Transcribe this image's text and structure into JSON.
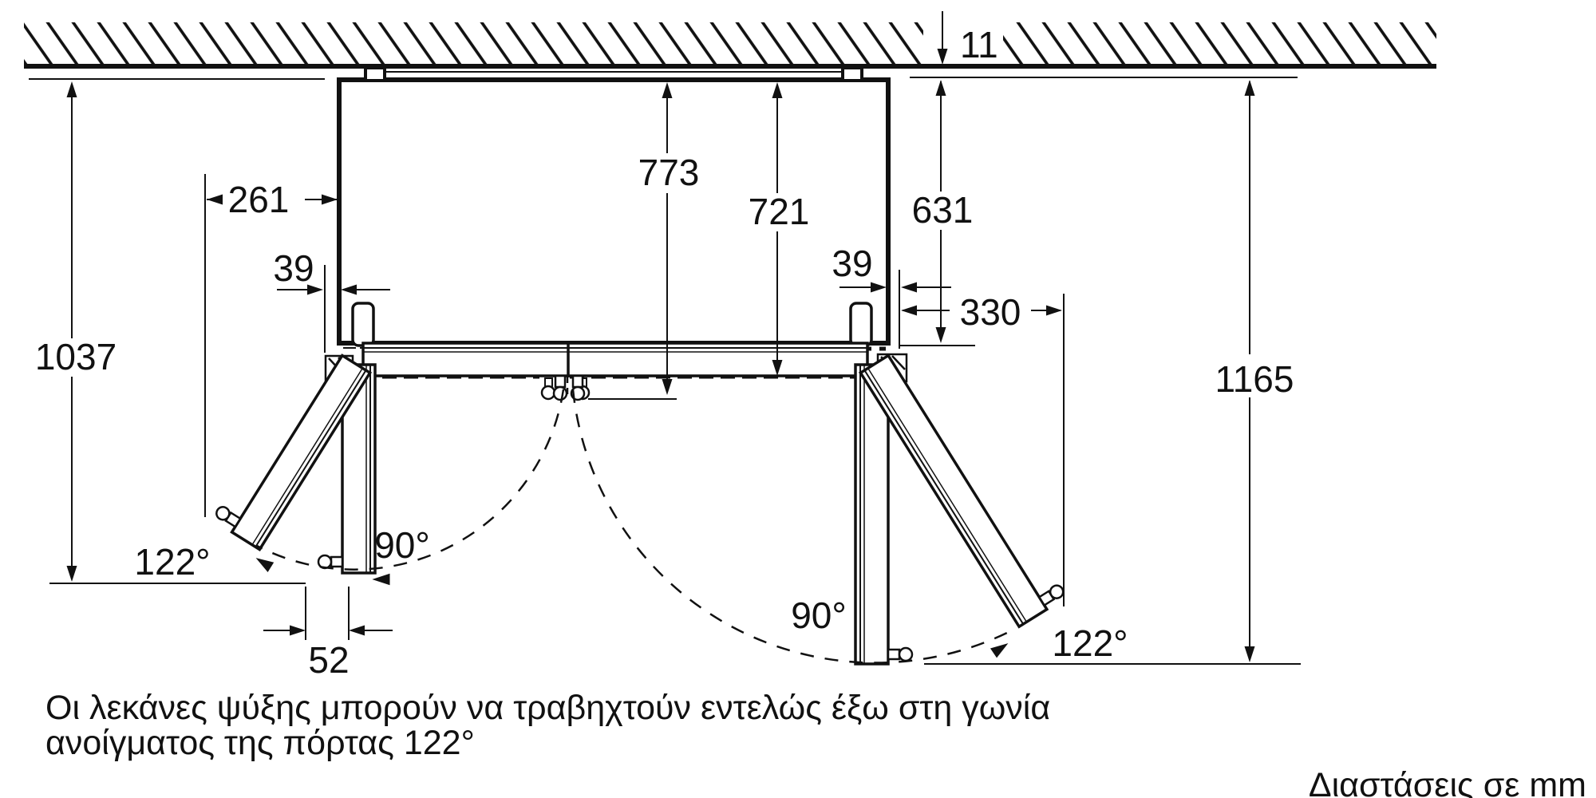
{
  "diagram": {
    "title_semantic": "refrigerator-top-view-installation-dimensions",
    "units_note": "Διαστάσεις σε mm",
    "caption": {
      "line1": "Οι λεκάνες ψύξης μπορούν να τραβηχτούν εντελώς έξω στη γωνία",
      "line2": "ανοίγματος της πόρτας 122°"
    },
    "dims": {
      "wall_gap": "11",
      "left_offset": "261",
      "hinge_clearance": "39",
      "depth_door_open": "773",
      "depth_with_doors": "721",
      "depth_cabinet": "631",
      "side_clearance": "330",
      "swing_left": "1037",
      "swing_right": "1165",
      "handle_gap": "52"
    },
    "angles": {
      "a90": "90°",
      "a122": "122°"
    },
    "colors": {
      "ink": "#111111",
      "background": "#ffffff"
    }
  }
}
